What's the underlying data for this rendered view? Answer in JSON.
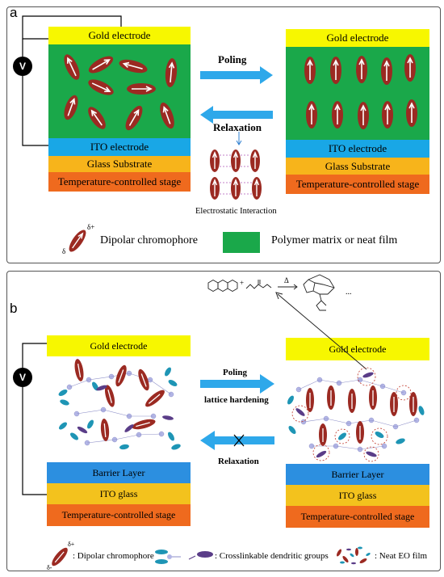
{
  "panel_a": {
    "label": "a",
    "voltmeter": "V",
    "left_stack": {
      "gold": "Gold electrode",
      "ito": "ITO electrode",
      "glass": "Glass Substrate",
      "stage": "Temperature-controlled stage"
    },
    "right_stack": {
      "gold": "Gold electrode",
      "ito": "ITO electrode",
      "glass": "Glass Substrate",
      "stage": "Temperature-controlled stage"
    },
    "poling": "Poling",
    "relaxation": "Relaxation",
    "electrostatic": "Electrostatic  Interaction",
    "legend": {
      "delta_plus": "δ+",
      "delta_minus": "δ",
      "chromophore": "Dipolar chromophore",
      "matrix": "Polymer matrix or neat film"
    },
    "colors": {
      "gold": "#f7f700",
      "green": "#1aa84a",
      "ito": "#19a7e6",
      "glass": "#f7b41b",
      "stage": "#ef6a1e",
      "dipole": "#9b2a22"
    }
  },
  "panel_b": {
    "label": "b",
    "voltmeter": "V",
    "reaction": {
      "delta": "Δ",
      "plus": "+",
      "ellipsis": "..."
    },
    "left_stack": {
      "gold": "Gold electrode",
      "barrier": "Barrier Layer",
      "ito": "ITO glass",
      "stage": "Temperature-controlled stage"
    },
    "right_stack": {
      "gold": "Gold electrode",
      "barrier": "Barrier Layer",
      "ito": "ITO glass",
      "stage": "Temperature-controlled stage"
    },
    "poling": "Poling",
    "lattice": "lattice hardening",
    "relaxation": "Relaxation",
    "legend": {
      "delta_plus": "δ+",
      "delta_minus": "δ-",
      "chromophore": ": Dipolar chromophore",
      "crosslink": ": Crosslinkable dendritic groups",
      "neat": ": Neat EO film"
    }
  }
}
